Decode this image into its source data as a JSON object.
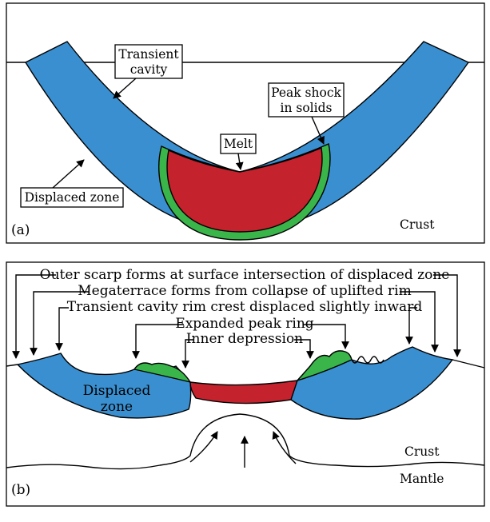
{
  "colors": {
    "displaced_zone": "#3a8fd0",
    "peak_shock": "#3ab54a",
    "melt": "#c4222c",
    "outline": "#000000",
    "background": "#ffffff"
  },
  "panel_a": {
    "tag": "(a)",
    "labels": {
      "transient_cavity_1": "Transient",
      "transient_cavity_2": "cavity",
      "peak_shock_1": "Peak shock",
      "peak_shock_2": "in solids",
      "melt": "Melt",
      "displaced_zone": "Displaced zone",
      "crust": "Crust"
    }
  },
  "panel_b": {
    "tag": "(b)",
    "labels": {
      "outer_scarp": "Outer scarp forms at surface intersection of displaced zone",
      "megaterrace": "Megaterrace forms from collapse of uplifted rim",
      "rim_crest": "Transient cavity rim crest displaced slightly inward",
      "peak_ring": "Expanded peak ring",
      "inner_depression": "Inner depression",
      "displaced_zone_1": "Displaced",
      "displaced_zone_2": "zone",
      "crust": "Crust",
      "mantle": "Mantle"
    }
  }
}
